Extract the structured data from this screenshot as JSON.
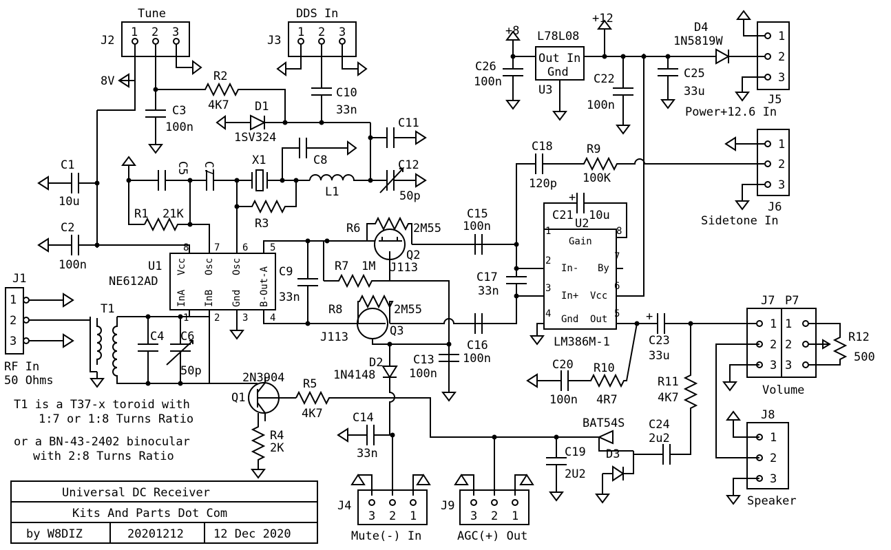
{
  "labels": {
    "tune": "Tune",
    "dds_in": "DDS In",
    "j2": "J2",
    "j3": "J3",
    "pins123": [
      "1",
      "2",
      "3"
    ],
    "v8": "8V",
    "plus8": "+8",
    "plus12": "+12",
    "r2": "R2",
    "r2v": "4K7",
    "c3": "C3",
    "c3v": "100n",
    "d1": "D1",
    "d1v": "1SV324",
    "c10": "C10",
    "c10v": "33n",
    "c11": "C11",
    "c12": "C12",
    "c12v": "50p",
    "c1": "C1",
    "c1v": "10u",
    "c2": "C2",
    "c2v": "100n",
    "c5": "C5",
    "c7": "C7",
    "x1": "X1",
    "c8": "C8",
    "l1": "L1",
    "r1": "R1",
    "r1v": "21K",
    "r3": "R3",
    "u1": "U1",
    "u1v": "NE612AD",
    "j1": "J1",
    "rf_in": "RF In",
    "ohms": "50 Ohms",
    "t1": "T1",
    "c4": "C4",
    "c6": "C6",
    "c6v": "50p",
    "u1pins": [
      "8",
      "7",
      "6",
      "5",
      "1",
      "2",
      "3",
      "4"
    ],
    "u1names": [
      "Vcc",
      "Osc",
      "Osc",
      "B-Out-A",
      "InA",
      "InB",
      "Gnd"
    ],
    "c9": "C9",
    "c9v": "33n",
    "r6": "R6",
    "r6v": "2M55",
    "q2": "Q2",
    "j113a": "J113",
    "r7": "R7",
    "r7v": "1M",
    "r8": "R8",
    "r8v": "2M55",
    "q3": "Q3",
    "j113b": "J113",
    "c15": "C15",
    "c15v": "100n",
    "c16": "C16",
    "c16v": "100n",
    "c17": "C17",
    "c17v": "33n",
    "c13": "C13",
    "c13v": "100n",
    "d2": "D2",
    "d2v": "1N4148",
    "q1": "Q1",
    "q1v": "2N3904",
    "r5": "R5",
    "r5v": "4K7",
    "r4": "R4",
    "r4v": "2K",
    "c14": "C14",
    "c14v": "33n",
    "c19": "C19",
    "c19v": "2U2",
    "d3": "D3",
    "d3v": "BAT54S",
    "c24": "C24",
    "c24v": "2u2",
    "r11": "R11",
    "r11v": "4K7",
    "c18": "C18",
    "c18v": "120p",
    "r9": "R9",
    "r9v": "100K",
    "c21": "C21",
    "c21v": "10u",
    "plus": "+",
    "u2": "U2",
    "u2v": "LM386M-1",
    "u2pins": [
      "1",
      "8",
      "2",
      "7",
      "3",
      "6",
      "4",
      "5"
    ],
    "u2names": [
      "Gain",
      "In-",
      "By",
      "In+",
      "Vcc",
      "Gnd",
      "Out"
    ],
    "c20": "C20",
    "c20v": "100n",
    "r10": "R10",
    "r10v": "4R7",
    "c23": "C23",
    "c23v": "33u",
    "r12": "R12",
    "r12v": "500",
    "j7": "J7",
    "p7": "P7",
    "volume": "Volume",
    "j8": "J8",
    "speaker": "Speaker",
    "j6": "J6",
    "sidetone": "Sidetone In",
    "j5": "J5",
    "power": "Power+12.6 In",
    "d4": "D4",
    "d4v": "1N5819W",
    "c25": "C25",
    "c25v": "33u",
    "u3name": "L78L08",
    "u3": "U3",
    "out_in": "Out In",
    "gnd": "Gnd",
    "c26": "C26",
    "c26v": "100n",
    "c22": "C22",
    "c22v": "100n",
    "j4": "J4",
    "mute": "Mute(-) In",
    "j9": "J9",
    "agc": "AGC(+) Out",
    "pins321": [
      "3",
      "2",
      "1"
    ],
    "note1": "T1 is a T37-x toroid with",
    "note2": "1:7 or 1:8 Turns Ratio",
    "note3": "or a BN-43-2402 binocular",
    "note4": "with 2:8 Turns Ratio"
  },
  "title_block": {
    "title": "Universal DC  Receiver",
    "company": "Kits And Parts Dot Com",
    "author": "by W8DIZ",
    "number": "20201212",
    "date": "12 Dec 2020"
  }
}
